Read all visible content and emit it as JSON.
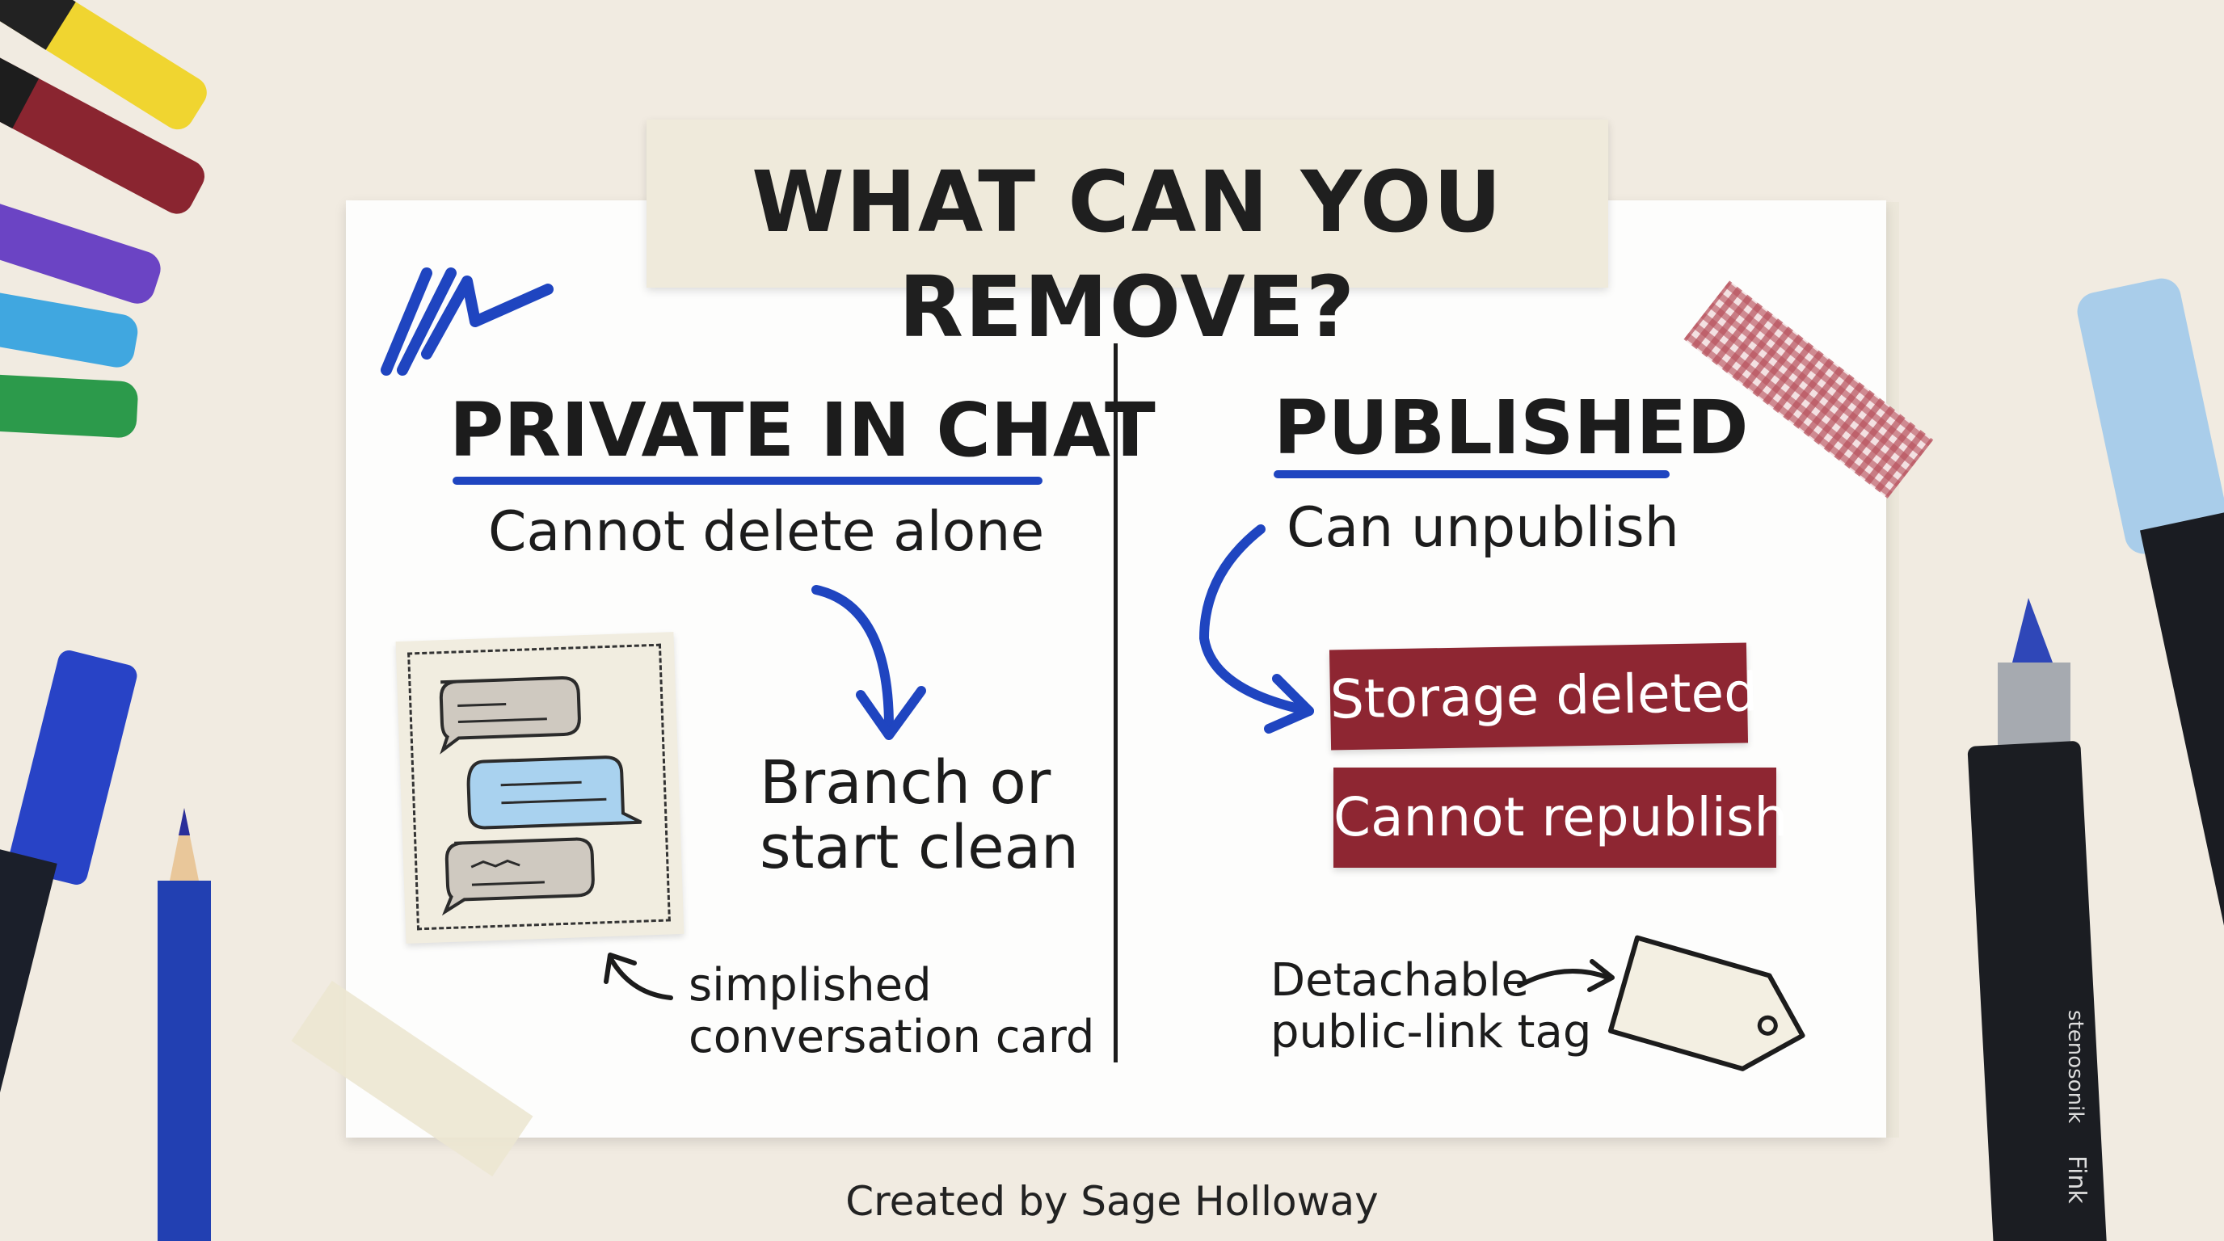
{
  "title": "WHAT CAN YOU REMOVE?",
  "left": {
    "heading": "PRIVATE IN CHAT",
    "subheading": "Cannot delete alone",
    "result_line1": "Branch or",
    "result_line2": "start clean",
    "note_line1": "simplished",
    "note_line2": "conversation card"
  },
  "right": {
    "heading": "PUBLISHED",
    "subheading": "Can unpublish",
    "badges": [
      "Storage deleted",
      "Cannot republish"
    ],
    "note_line1": "Detachable",
    "note_line2": "public-link tag"
  },
  "credit": "Created by Sage Holloway",
  "colors": {
    "background": "#f1ebe1",
    "paper": "#fdfdfc",
    "accent_blue": "#1f45c0",
    "badge_red": "#8e2632"
  },
  "icons": [
    "chat-bubbles-card-icon",
    "price-tag-icon",
    "scribble-icon",
    "curved-arrow-icon",
    "marker-pen-icon",
    "pencil-icon",
    "washi-tape-icon"
  ],
  "decor": {
    "pen_labels": [
      "Fink",
      "stenosonik"
    ]
  }
}
